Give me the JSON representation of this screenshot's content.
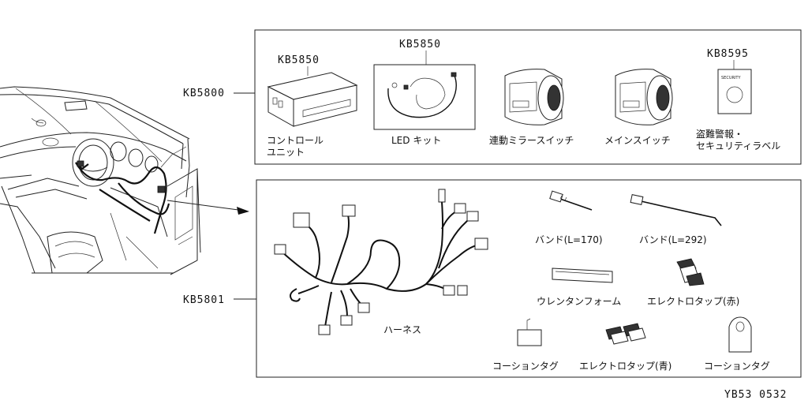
{
  "assemblies": {
    "upper_code": "KB5800",
    "lower_code": "KB5801"
  },
  "upper_parts": {
    "control_unit": {
      "code": "KB5850",
      "line1": "コントロール",
      "line2": "ユニット"
    },
    "led_kit": {
      "code": "KB5850",
      "label": "LED キット"
    },
    "mirror_switch": {
      "label": "連動ミラースイッチ"
    },
    "main_switch": {
      "label": "メインスイッチ"
    },
    "security_label": {
      "code": "KB8595",
      "line1": "盗難警報・",
      "line2": "セキュリティラベル",
      "sticker_text": "SECURITY"
    }
  },
  "lower_parts": {
    "harness": {
      "label": "ハーネス"
    },
    "band_170": {
      "label": "バンド(L=170)"
    },
    "band_292": {
      "label": "バンド(L=292)"
    },
    "urethane_foam": {
      "label": "ウレンタンフォーム"
    },
    "electro_tap_red": {
      "label": "エレクトロタップ(赤)"
    },
    "caution_tag_1": {
      "label": "コーションタグ"
    },
    "electro_tap_blue": {
      "label": "エレクトロタップ(青)"
    },
    "caution_tag_2": {
      "label": "コーションタグ"
    }
  },
  "footer": {
    "ref": "YB53 0532"
  }
}
